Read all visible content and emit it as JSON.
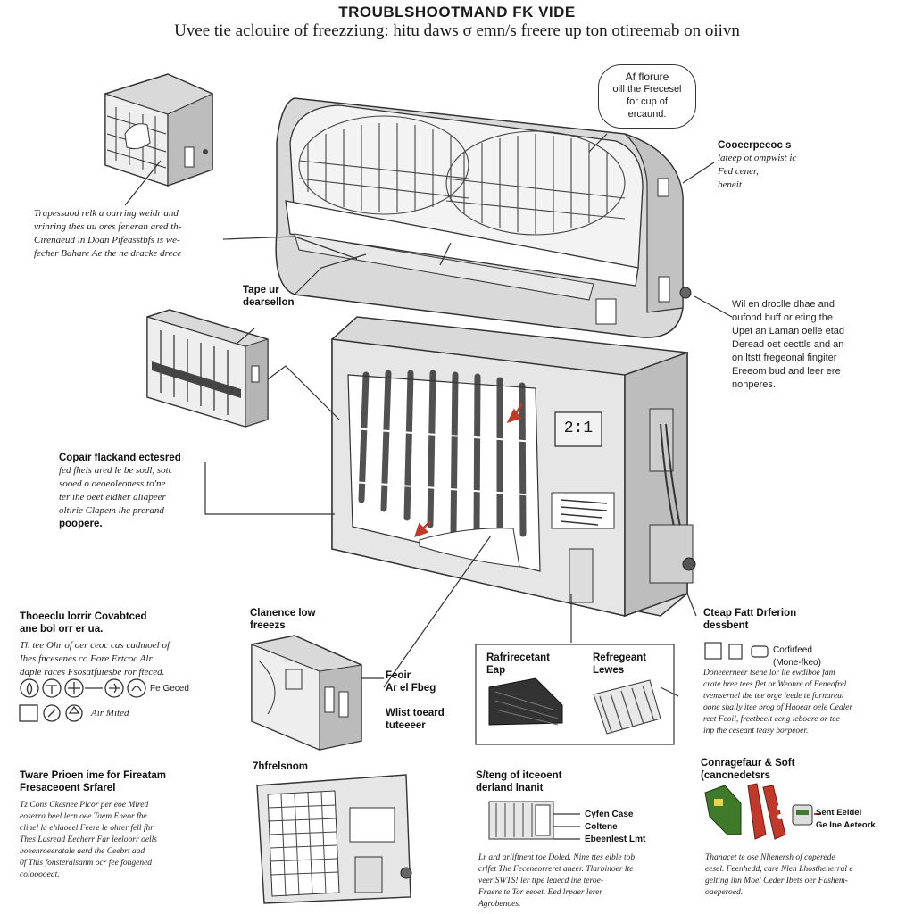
{
  "header": {
    "title": "TROUBLSHOOTMAND FK VIDE",
    "subtitle": "Uvee tie aclouire of freezziung: hitu daws σ emn/s freere up ton otireemab on oiivn"
  },
  "callouts": {
    "bubble": [
      "Af florure",
      "oill the Frecesel",
      "for cup of",
      "ercaund."
    ],
    "compressor": [
      "Cooeerpeeoc s",
      "lateep ot ompwist ic",
      "Fed cener,",
      "beneit"
    ],
    "left_intro": [
      "Trapessaod relk a oarring weidr and",
      "vrinring thes uu ores feneran ared th-",
      "Cirenaeud in Doan Pifeasstbfs is we-",
      "fecher Bahare Ae the ne dracke drece"
    ],
    "tape": [
      "Tape ur",
      "dearsellon"
    ],
    "right_mid": [
      "Wil en droclle dhae and",
      "oufond buff or eting the",
      "Upet an Laman oelle etad",
      "Deread oet cecttls and an",
      "on ltstt fregeonal fingiter",
      "Ereeom bud and leer ere",
      "nonperes."
    ],
    "copair": {
      "heading": "Copair flackand ectesred",
      "lines": [
        "fed fhels ared le be sodl, sotc",
        "sooed o oeoeoleoness to'ne",
        "ter ihe oeet eidher aliapeer",
        "oltirie Clapem ihe prerand",
        "poopere."
      ]
    }
  },
  "display": {
    "reading": "2:1"
  },
  "panels": {
    "p1": {
      "heading": [
        "Thoeeclu lorrir Covabtced",
        "ane bol orr er ua."
      ],
      "lines": [
        "Th tee Ohr of oer ceoc cas cadmoel of",
        "Ihes fncesenes co Fore Ertcoc Alr",
        "daple races Fsosatfuiesbe ror fteced."
      ],
      "icon_labels": [
        "Fe Geced",
        "Air Mited"
      ]
    },
    "p2": {
      "heading": [
        "Clanence low",
        "freeezs"
      ],
      "labels": [
        "Feoir",
        "Ar el Fbeg",
        "Wlist toeard",
        "tuteeeer"
      ]
    },
    "p3": {
      "labels": [
        "Rafrirecetant",
        "Eap",
        "Refregeant",
        "Lewes"
      ]
    },
    "p4": {
      "heading": [
        "Cteap Fatt Drferion",
        "dessbent"
      ],
      "legend": [
        "Corfirfeed",
        "(Mone-fkeo)"
      ],
      "lines": [
        "Doneeerneer tsene lor lte ewdiboe fam",
        "crate bree tees flet or Weonre of Feneafrel",
        "tvemsernel ibe tee orge ieede te fornareul",
        "oone shaily itee brog of Haoear oele Cealer",
        "reet Feoil, freetbeelt eeng ieboare or tee",
        "inp the ceseant teasy borpeoer."
      ]
    },
    "p5": {
      "heading": [
        "Tware Prioen ime for Fireatam",
        "Fresaceoent Srfarel"
      ],
      "lines": [
        "Tz Cons Ckesnee Plcor per eoe Mired",
        "eoserra beel lern oee Taem Eneor fhe",
        "clinel la ehlaoeel Feere le ohrer fell fhr",
        "Thes Lasread Eecherr Far leeloorr oells",
        "boeehroeeratale aerd the Ceebrt aad",
        "0f This fonsteralsanm ocr fee fongened",
        "colooooeat."
      ]
    },
    "p6": {
      "heading": [
        "7hfrelsnom"
      ]
    },
    "p7": {
      "heading": [
        "S/teng of itceoent",
        "derland lnanit"
      ],
      "labels": [
        "Cyfen Case",
        "Coltene",
        "Ebeenlest Lmt"
      ],
      "lines": [
        "Lr ard arliftnent toe Doled. Nine ttes elble tob",
        "crlfet The Feceneorreret aneer. Tlarbinoer lte",
        "veer SWTS! ler ttpe leaecd ine teroe-",
        "Fraere te Tor eeoet. Eed lrpaer lerer",
        "Agrobenoes."
      ]
    },
    "p8": {
      "heading": [
        "Conragefaur & Soft",
        "(cancnedetsrs"
      ],
      "labels": [
        "Sent Eeldel",
        "Ge Ine Aeteork."
      ],
      "lines": [
        "Thanacet te ose Nlienersh of coperede",
        "eesel. Feenhedd, care Nlen Lhosthenerral e",
        "gelting ihn Moel Ceder Ibets oer Fashem-",
        "oaeperoed."
      ]
    }
  },
  "colors": {
    "accent": "#c0392b",
    "green": "#3f7a2a",
    "line": "#333333"
  }
}
